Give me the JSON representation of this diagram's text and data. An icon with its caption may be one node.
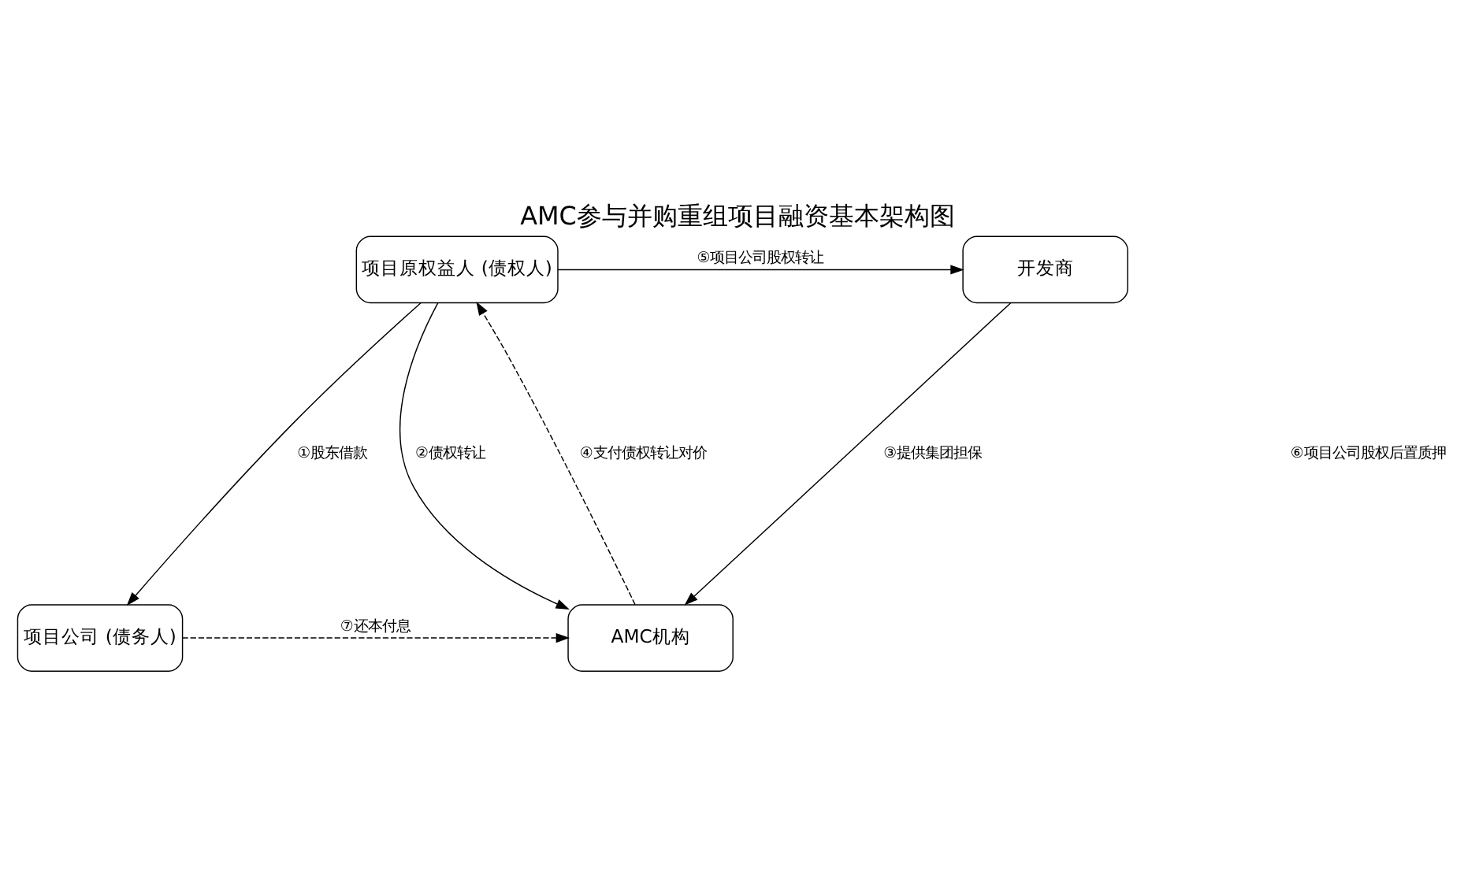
{
  "diagram": {
    "title": "AMC参与并购重组项目融资基本架构图",
    "nodes": [
      {
        "text": [
          "项目原权益人 (债权人)"
        ]
      },
      {
        "text": [
          "开发商"
        ]
      },
      {
        "text": [
          "项目公司 (债务人)"
        ]
      },
      {
        "text": [
          "AMC机构"
        ]
      }
    ],
    "edges": [
      {
        "from": 0,
        "to": 1,
        "arrow": "to",
        "label": "⑤项目公司股权转让"
      },
      {
        "from": 0,
        "to": 2,
        "arrow": "to",
        "label": "①股东借款"
      },
      {
        "from": 1,
        "to": 3,
        "arrow": "to",
        "label": "③提供集团担保"
      },
      {
        "from": 0,
        "to": 3,
        "arrow": "to",
        "label": "②债权转让"
      },
      {
        "from": 2,
        "to": 3,
        "arrow": "to",
        "label": "⑦还本付息",
        "style": "dashed"
      },
      {
        "from": 3,
        "to": 0,
        "arrow": "to",
        "label": "④支付债权转让对价",
        "style": "dashed"
      }
    ],
    "labels": [
      "⑥项目公司股权后置质押"
    ]
  }
}
